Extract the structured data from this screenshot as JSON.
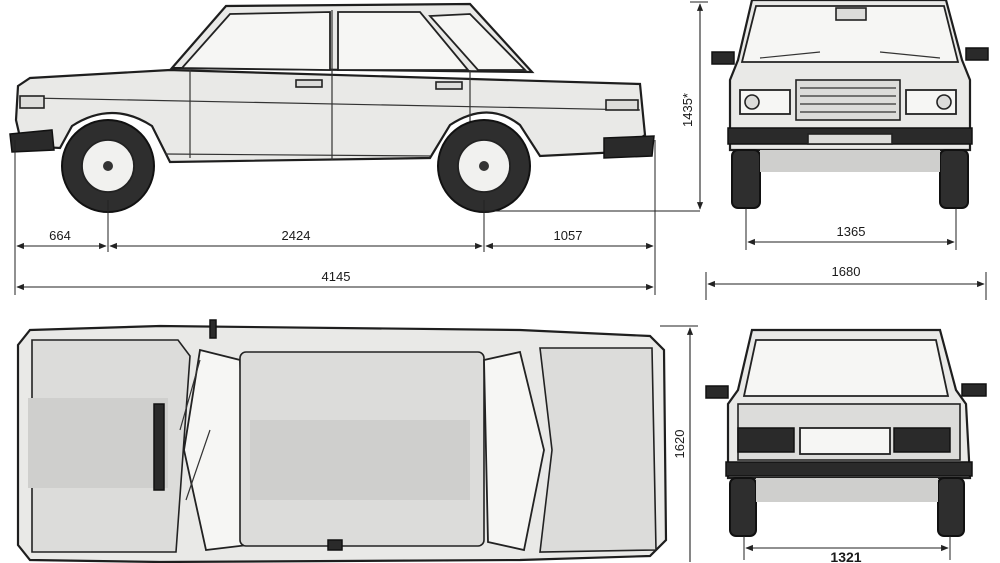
{
  "dimensions": {
    "front_overhang": "664",
    "wheelbase": "2424",
    "rear_overhang": "1057",
    "overall_length": "4145",
    "height": "1435*",
    "front_track": "1365",
    "overall_width": "1680",
    "width_with_mirrors": "1620",
    "rear_track": "1321"
  },
  "colors": {
    "ink": "#1e1e1e",
    "paper": "#ffffff",
    "body": "#e9e9e7"
  }
}
